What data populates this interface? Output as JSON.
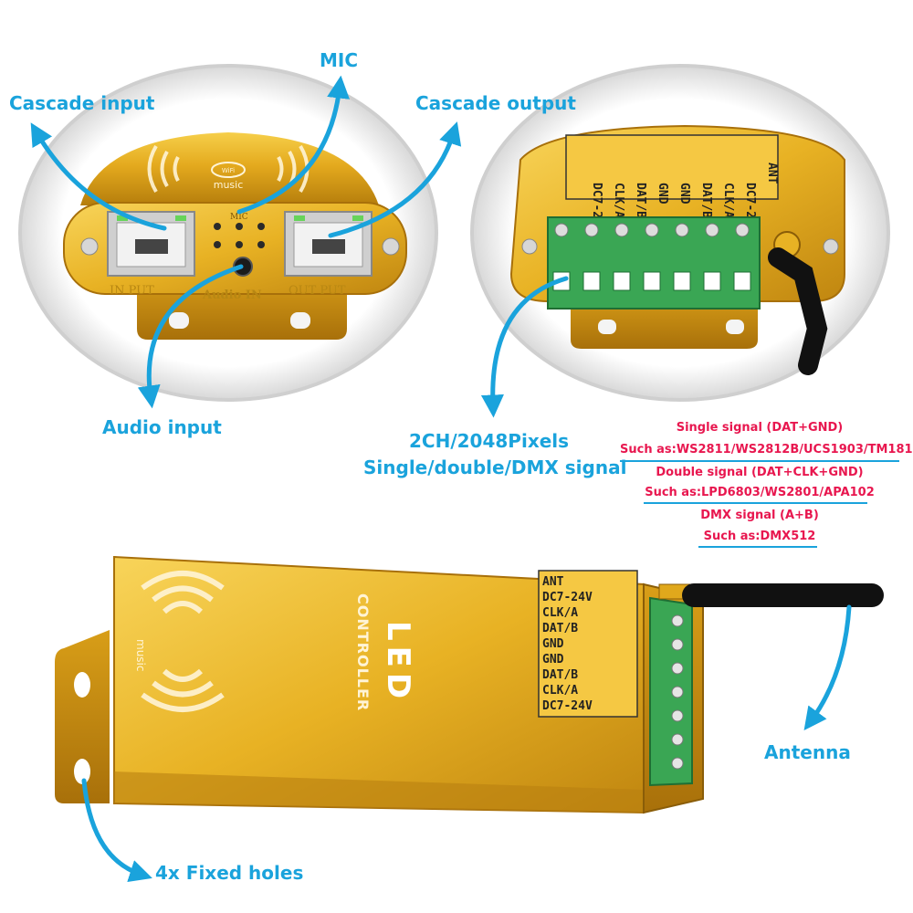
{
  "labels": {
    "mic": "MIC",
    "cascade_input": "Cascade input",
    "cascade_output": "Cascade output",
    "audio_input": "Audio input",
    "pixels_line1": "2CH/2048Pixels",
    "pixels_line2": "Single/double/DMX signal",
    "antenna": "Antenna",
    "fixed_holes": "4x Fixed holes"
  },
  "signals": {
    "single_title": "Single signal (DAT+GND)",
    "single_example": "Such as:WS2811/WS2812B/UCS1903/TM1812",
    "double_title": "Double signal (DAT+CLK+GND)",
    "double_example": "Such as:LPD6803/WS2801/APA102",
    "dmx_title": "DMX signal (A+B)",
    "dmx_example": "Such as:DMX512"
  },
  "device_front": {
    "brand_text": "music",
    "wifi_text": "WiFi",
    "mic_text": "MIC",
    "input_text": "IN PUT",
    "audio_text": "Audio IN",
    "output_text": "OUT PUT"
  },
  "device_top": {
    "title_line1": "LED",
    "title_line2": "CONTROLLER",
    "brand_text": "music",
    "terminals": [
      "ANT",
      "DC7-24V",
      "CLK/A",
      "DAT/B",
      "GND",
      "GND",
      "DAT/B",
      "CLK/A",
      "DC7-24V"
    ]
  },
  "colors": {
    "accent": "#1aa3dc",
    "signal_text": "#e8174f",
    "gold": "#e0a81c",
    "terminal_green": "#3aa654"
  }
}
